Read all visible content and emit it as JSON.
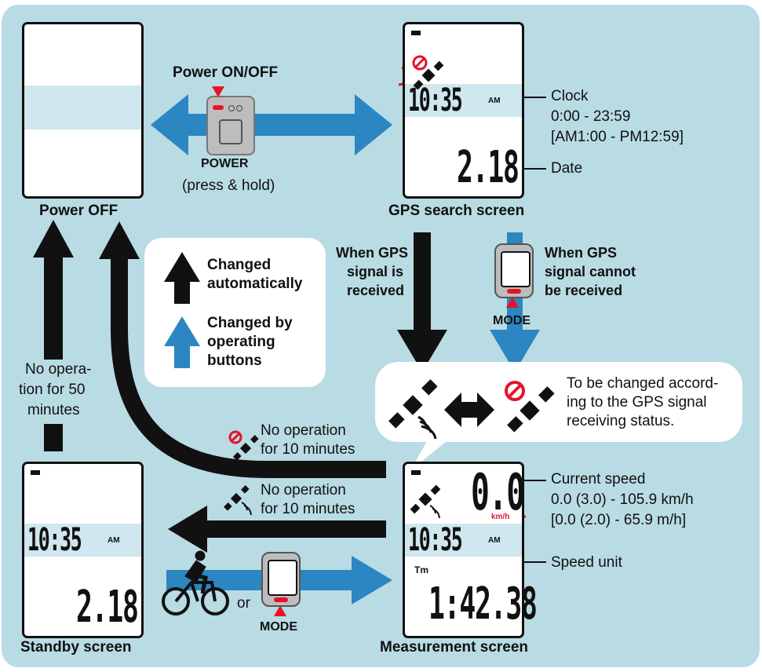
{
  "labels": {
    "power_on_off": "Power ON/OFF",
    "power_button": "POWER",
    "press_hold": "(press & hold)",
    "power_off": "Power OFF",
    "gps_search_screen": "GPS search screen",
    "clock": "Clock",
    "clock_range_24": "0:00 - 23:59",
    "clock_range_12": "[AM1:00 - PM12:59]",
    "date": "Date",
    "gps_received": [
      "When GPS",
      "signal is",
      "received"
    ],
    "gps_not_received": [
      "When GPS",
      "signal cannot",
      "be received"
    ],
    "mode_1": "MODE",
    "mode_2": "MODE",
    "legend_auto": [
      "Changed",
      "automatically"
    ],
    "legend_buttons": [
      "Changed by",
      "operating",
      "buttons"
    ],
    "no_op_50": [
      "No opera-",
      "tion for 50",
      "minutes"
    ],
    "gps_status": [
      "To be changed accord-",
      "ing to the GPS signal",
      "receiving status."
    ],
    "no_op_10_a": [
      "No operation",
      "for 10 minutes"
    ],
    "no_op_10_b": [
      "No operation",
      "for 10 minutes"
    ],
    "current_speed": "Current speed",
    "speed_range_km": "0.0 (3.0) - 105.9 km/h",
    "speed_range_m": "[0.0 (2.0) - 65.9 m/h]",
    "speed_unit": "Speed unit",
    "or": "or",
    "standby_screen": "Standby screen",
    "measurement_screen": "Measurement screen"
  },
  "displays": {
    "clock_gps": "10:35",
    "date_gps": "2.18",
    "clock_standby": "10:35",
    "date_standby": "2.18",
    "speed": "0.0",
    "clock_measure": "10:35",
    "tm": "Tm",
    "trip_time": "1:42.38",
    "am": "AM",
    "speed_unit_label": "km/h"
  },
  "colors": {
    "background": "#b9dbe4",
    "blue_arrow": "#2b86c1",
    "black_arrow": "#111111",
    "red": "#e5132a",
    "screen_band": "#cfe7ee"
  }
}
